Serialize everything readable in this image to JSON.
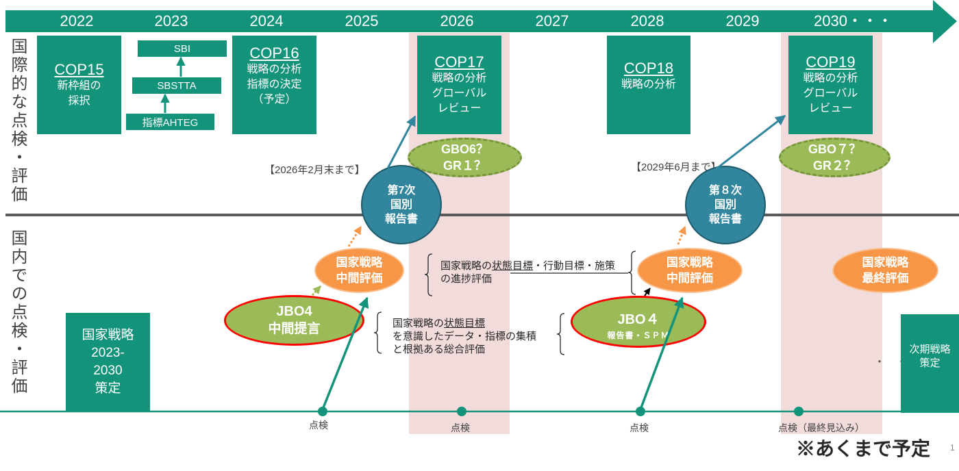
{
  "timeline": {
    "years": [
      "2022",
      "2023",
      "2024",
      "2025",
      "2026",
      "2027",
      "2028",
      "2029",
      "2030・・・"
    ]
  },
  "side_labels": {
    "international": "国際的な点検・評価",
    "domestic": "国内での点検・評価"
  },
  "cop_meetings": [
    {
      "title": "COP15",
      "lines": [
        "新枠組の",
        "採択"
      ]
    },
    {
      "title": "COP16",
      "lines": [
        "戦略の分析",
        "指標の決定",
        "（予定）"
      ]
    },
    {
      "title": "COP17",
      "lines": [
        "戦略の分析",
        "グローバル",
        "レビュー"
      ]
    },
    {
      "title": "COP18",
      "lines": [
        "戦略の分析"
      ]
    },
    {
      "title": "COP19",
      "lines": [
        "戦略の分析",
        "グローバル",
        "レビュー"
      ]
    }
  ],
  "subsidiary_bodies": [
    "SBI",
    "SBSTTA",
    "指標AHTEG"
  ],
  "global_outlooks": [
    {
      "lines": [
        "GBO6？",
        "GR１？"
      ]
    },
    {
      "lines": [
        "GBO７？",
        "GR２？"
      ]
    }
  ],
  "deadlines": [
    "【2026年2月末まで】",
    "【2029年6月まで】"
  ],
  "national_reports": [
    {
      "lines": [
        "第7次",
        "国別",
        "報告書"
      ]
    },
    {
      "lines": [
        "第８次",
        "国別",
        "報告書"
      ]
    }
  ],
  "national_evaluations": [
    {
      "lines": [
        "国家戦略",
        "中間評価"
      ]
    },
    {
      "lines": [
        "国家戦略",
        "中間評価"
      ]
    },
    {
      "lines": [
        "国家戦略",
        "最終評価"
      ]
    }
  ],
  "jbo": [
    {
      "title": "JBO4",
      "subtitle": "中間提言"
    },
    {
      "title": "JBO４",
      "subtitle": "報告書・ＳＰＭ"
    }
  ],
  "notes": {
    "progress": {
      "line1_pre": "国家戦略の",
      "line1_underlined": "状態目標",
      "line1_post": "・行動目標・施策",
      "line2": "の進捗評価"
    },
    "integrated": {
      "line1_pre": "国家戦略の",
      "line1_underlined": "状態目標",
      "line2": "を意識したデータ・指標の集積",
      "line3": "と根拠ある総合評価"
    }
  },
  "strategy_boxes": {
    "current": [
      "国家戦略",
      "2023-",
      "2030",
      "策定"
    ],
    "next": [
      "次期戦略",
      "策定"
    ]
  },
  "continuation_dots": "・　・",
  "checkpoints": [
    "点検",
    "点検",
    "点検",
    "点検（最終見込み）"
  ],
  "disclaimer": "※あくまで予定",
  "page_number": "1",
  "colors": {
    "teal": "#14937b",
    "report_blue": "#31859c",
    "olive": "#9bbb59",
    "orange": "#f79646",
    "red": "#ff0000",
    "pink": "#f2dcdb",
    "divider": "#595959"
  }
}
